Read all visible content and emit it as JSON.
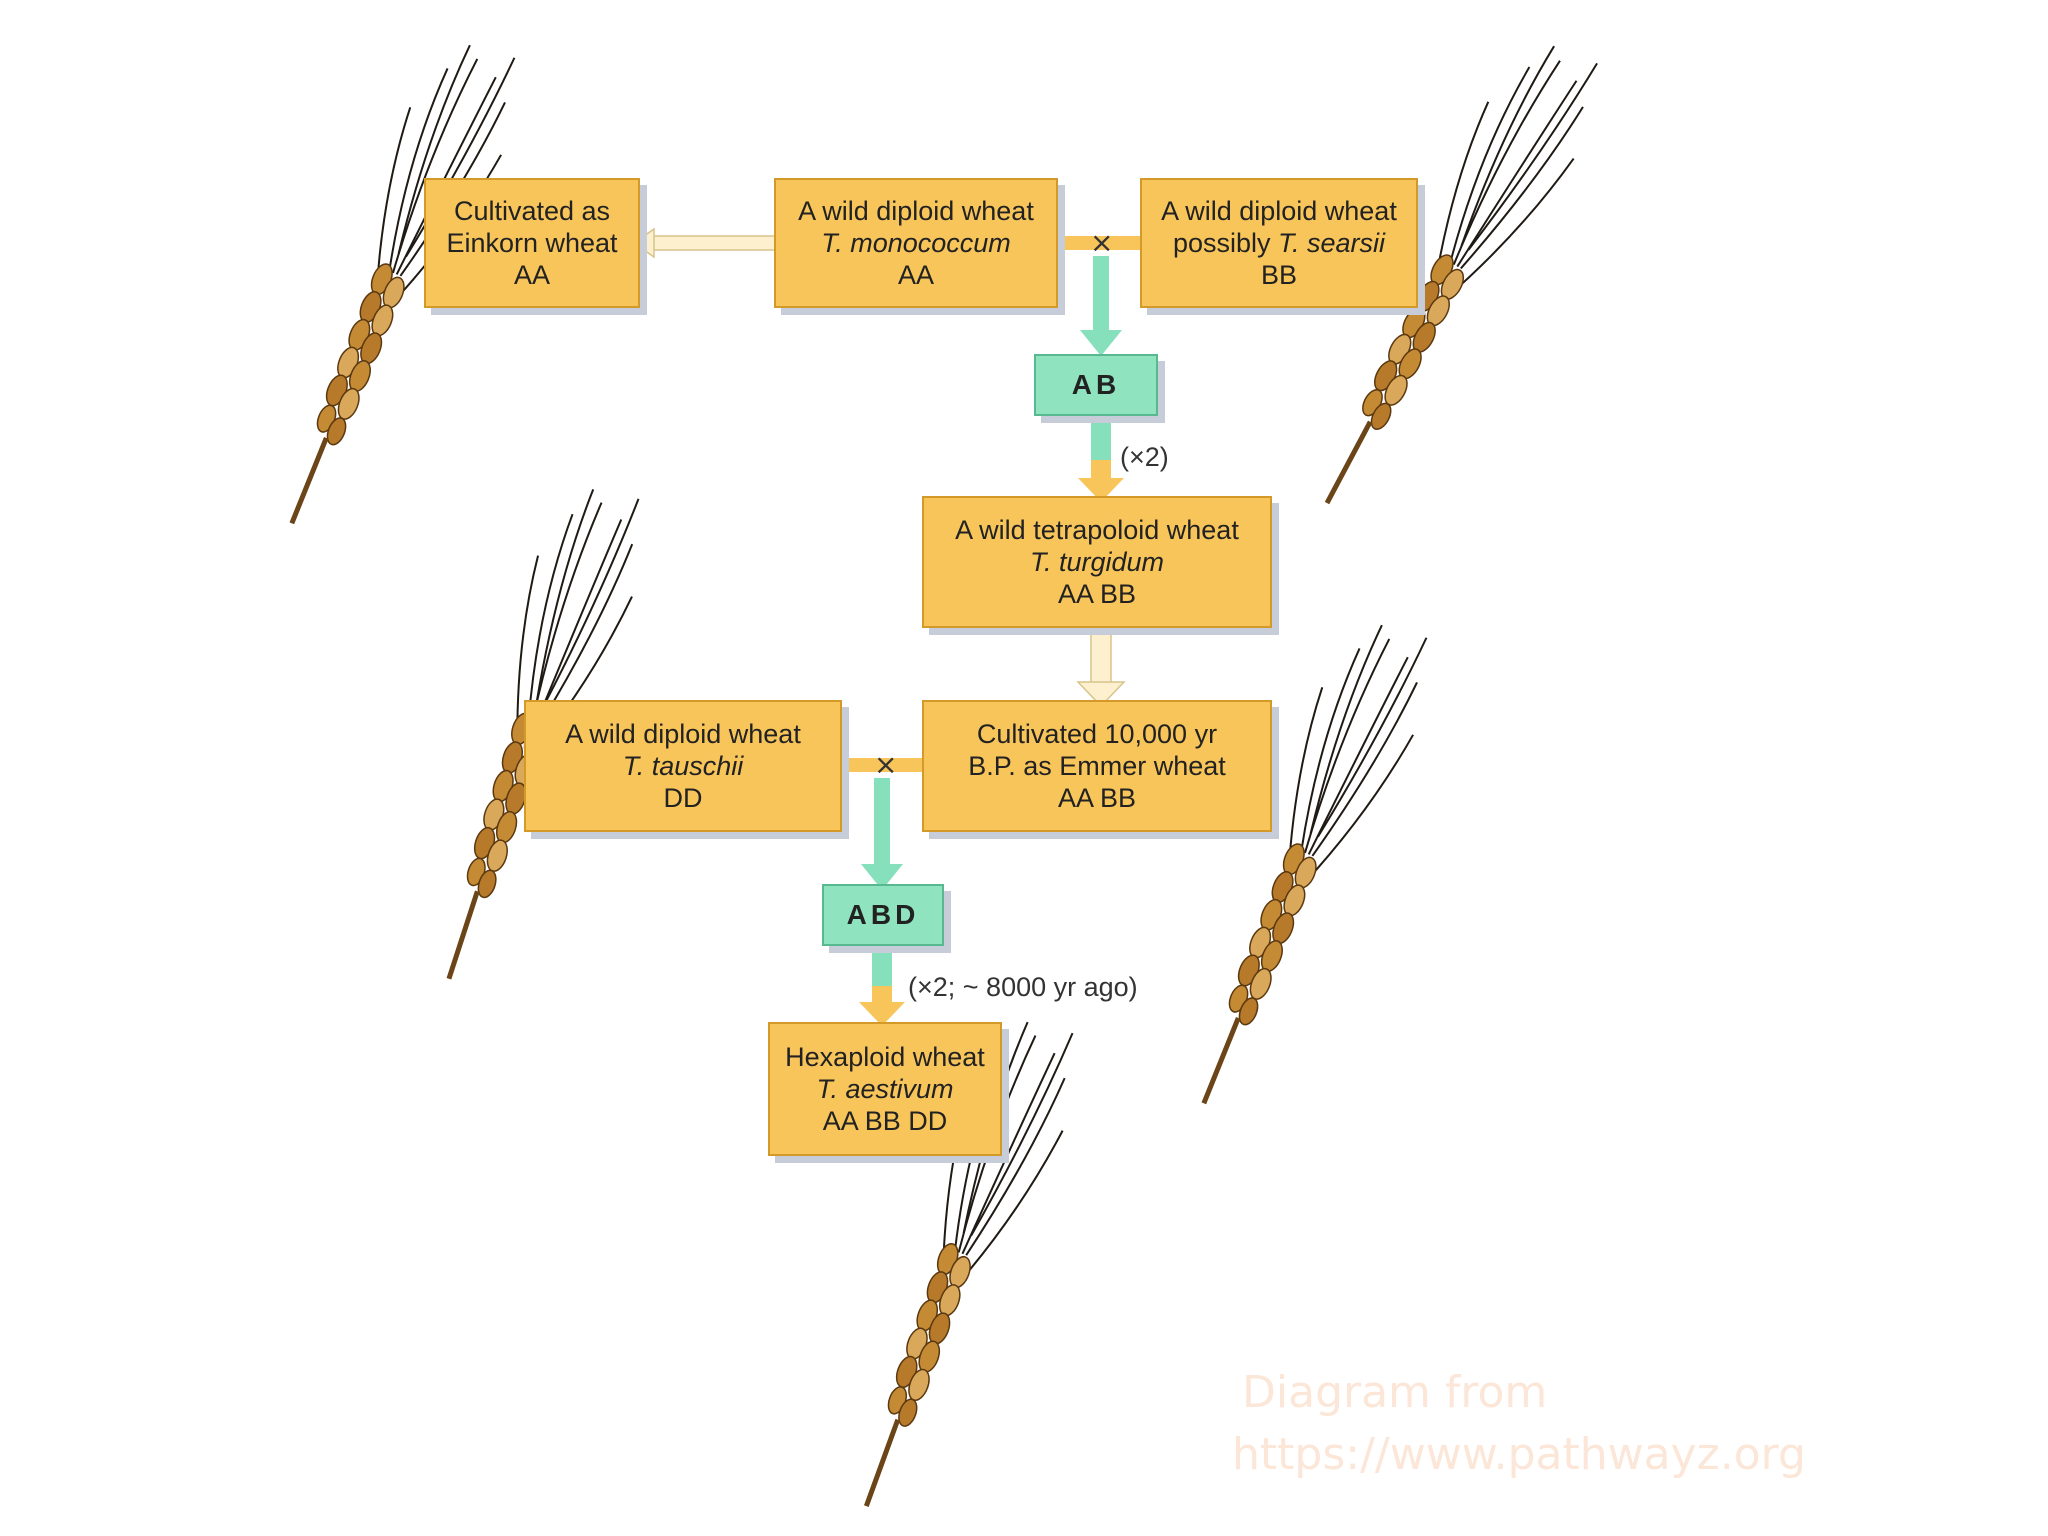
{
  "boxes": {
    "einkorn": {
      "line1": "Cultivated as",
      "line2": "Einkorn wheat",
      "line3": "AA"
    },
    "monococcum": {
      "line1": "A wild diploid wheat",
      "line2": "T. monococcum",
      "line3": "AA"
    },
    "searsii": {
      "line1": "A wild diploid wheat",
      "line2a": "possibly ",
      "line2b": "T. searsii",
      "line3": "BB"
    },
    "ab": {
      "text": "AB"
    },
    "turgidum": {
      "line1": "A wild tetrapoloid wheat",
      "line2": "T. turgidum",
      "line3": "AA BB"
    },
    "tauschii": {
      "line1": "A wild diploid wheat",
      "line2": "T. tauschii",
      "line3": "DD"
    },
    "emmer": {
      "line1": "Cultivated 10,000 yr",
      "line2": "B.P. as Emmer wheat",
      "line3": "AA BB"
    },
    "abd": {
      "text": "ABD"
    },
    "hexaploid": {
      "line1": "Hexaploid wheat",
      "line2": "T. aestivum",
      "line3": "AA BB DD"
    }
  },
  "labels": {
    "doubling1": "(×2)",
    "doubling2": "(×2; ~ 8000 yr ago)",
    "cross_symbol": "×"
  },
  "watermark": {
    "line1": "Diagram from",
    "line2": "https://www.pathwayz.org"
  },
  "colors": {
    "box_yellow": "#f8c55a",
    "box_green": "#8fe3bf",
    "arrow_green": "#86e0bb",
    "arrow_pale": "#fdf0cf",
    "wheat_gold": "#c58a34",
    "wheat_dark": "#6b4418"
  },
  "icons": [
    "wheat-ear-icon"
  ]
}
